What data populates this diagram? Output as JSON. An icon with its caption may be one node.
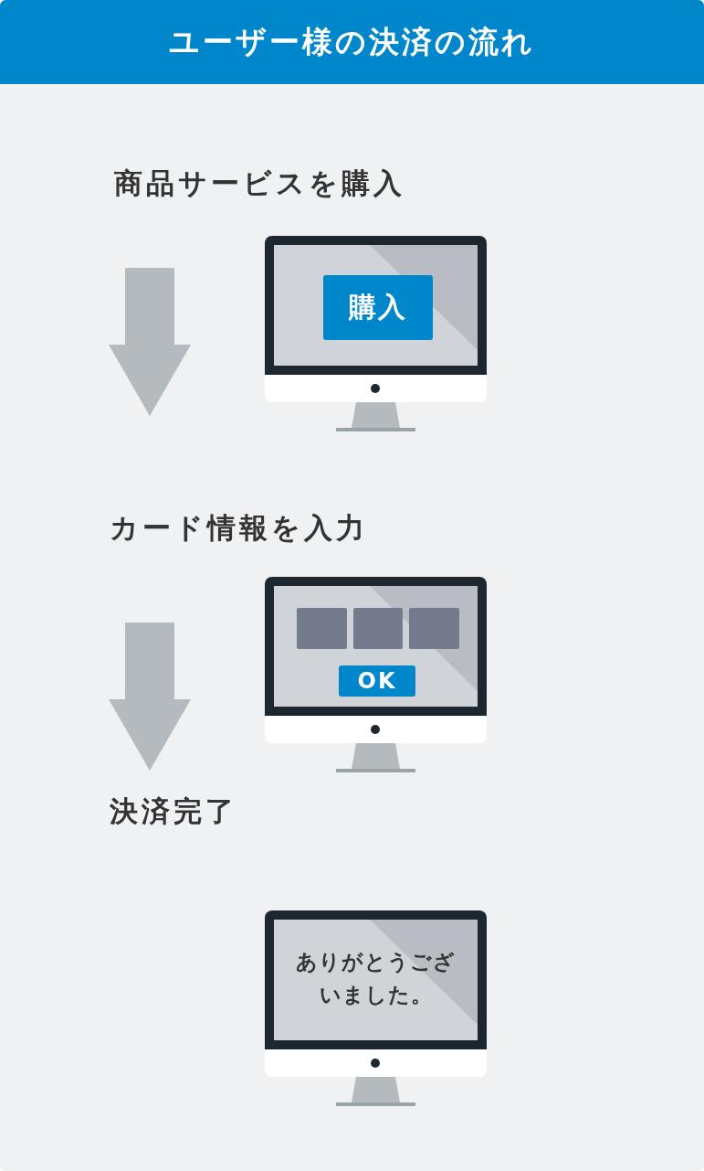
{
  "diagram": {
    "title": "ユーザー様の決済の流れ",
    "nodes": [
      {
        "text": [
          "商品サービスを購入"
        ]
      },
      {
        "text": [
          "購入"
        ]
      },
      {
        "text": [
          "カード情報を入力"
        ]
      },
      {
        "text": [
          "OK"
        ]
      },
      {
        "text": [
          "決済完了"
        ]
      },
      {
        "text": [
          "ありがとうございました。"
        ]
      }
    ]
  }
}
